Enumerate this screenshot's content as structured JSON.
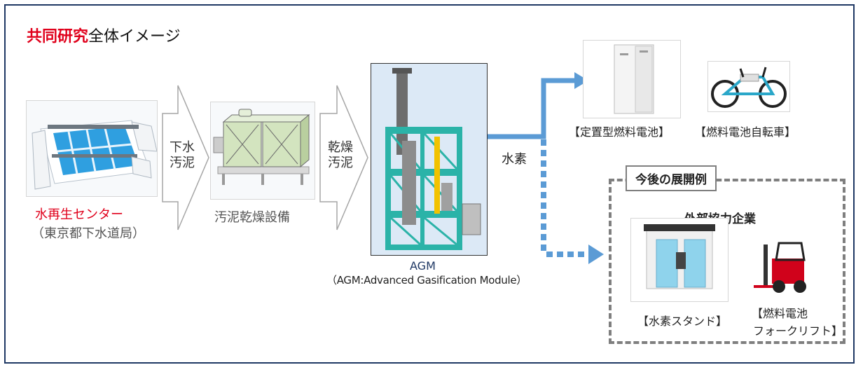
{
  "title": {
    "red_part": "共同研究",
    "black_part": "全体イメージ"
  },
  "nodes": {
    "water_center": {
      "name": "水再生センター",
      "owner": "（東京都下水道局）"
    },
    "sludge_dryer": {
      "name": "汚泥乾燥設備"
    },
    "agm": {
      "name": "AGM",
      "full_name": "（AGM:Advanced Gasification Module）"
    },
    "fuel_cell_stationary": {
      "name": "【定置型燃料電池】"
    },
    "fuel_cell_bicycle": {
      "name": "【燃料電池自転車】"
    },
    "hydrogen_station": {
      "name": "【水素スタンド】"
    },
    "fuel_cell_forklift": {
      "line1": "【燃料電池",
      "line2": "フォークリフト】"
    }
  },
  "flows": {
    "sewage": {
      "line1": "下水",
      "line2": "汚泥"
    },
    "dried_sludge": {
      "line1": "乾燥",
      "line2": "汚泥"
    },
    "hydrogen": "水素"
  },
  "future": {
    "heading": "今後の展開例",
    "partners": "外部協力企業"
  },
  "colors": {
    "accent_red": "#e0001b",
    "arrow_blue": "#5b9bd5",
    "frame_navy": "#1f3864",
    "dash_gray": "#7f7f7f"
  }
}
